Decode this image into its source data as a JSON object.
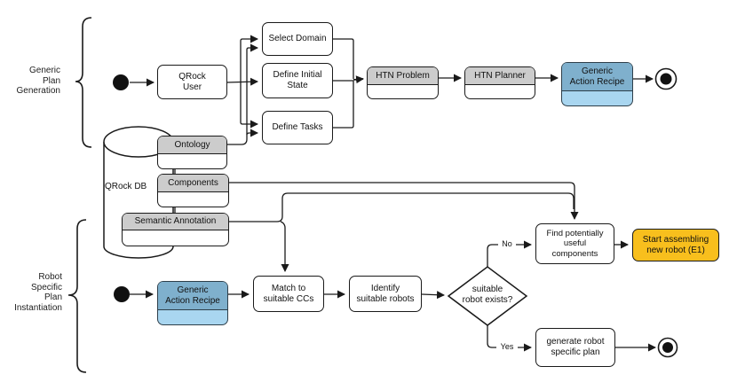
{
  "diagram": {
    "section_labels": {
      "top": [
        "Generic",
        "Plan",
        "Generation"
      ],
      "bottom": [
        "Robot",
        "Specific",
        "Plan",
        "Instantiation"
      ]
    },
    "db_label": "QRock DB",
    "edge_labels": {
      "no": "No",
      "yes": "Yes"
    },
    "nodes": {
      "qrock_user": {
        "lines": [
          "QRock",
          "User"
        ]
      },
      "select_domain": {
        "lines": [
          "Select Domain"
        ]
      },
      "define_initial_state": {
        "lines": [
          "Define Initial",
          "State"
        ]
      },
      "define_tasks": {
        "lines": [
          "Define Tasks"
        ]
      },
      "htn_problem": {
        "lines": [
          "HTN Problem"
        ]
      },
      "htn_planner": {
        "lines": [
          "HTN Planner"
        ]
      },
      "generic_action_recipe_top": {
        "lines": [
          "Generic",
          "Action Recipe"
        ]
      },
      "ontology": {
        "lines": [
          "Ontology"
        ]
      },
      "components": {
        "lines": [
          "Components"
        ]
      },
      "semantic_annotation": {
        "lines": [
          "Semantic Annotation"
        ]
      },
      "generic_action_recipe_bottom": {
        "lines": [
          "Generic",
          "Action Recipe"
        ]
      },
      "match_to_suitable_ccs": {
        "lines": [
          "Match to",
          "suitable CCs"
        ]
      },
      "identify_suitable_robots": {
        "lines": [
          "Identify",
          "suitable robots"
        ]
      },
      "suitable_robot_exists": {
        "lines": [
          "suitable",
          "robot exists?"
        ]
      },
      "find_potentially_useful_components": {
        "lines": [
          "Find potentially",
          "useful",
          "components"
        ]
      },
      "start_assembling_new_robot": {
        "lines": [
          "Start assembling",
          "new robot (E1)"
        ]
      },
      "generate_robot_specific_plan": {
        "lines": [
          "generate robot",
          "specific plan"
        ]
      }
    },
    "colors": {
      "line": "#1A1A1A",
      "gray_header": "#CCCCCC",
      "blue_header": "#7FB0CD",
      "blue_body": "#A9D6F0",
      "orange_fill": "#F8BF1D",
      "node_fill": "#FFFFFF"
    }
  }
}
